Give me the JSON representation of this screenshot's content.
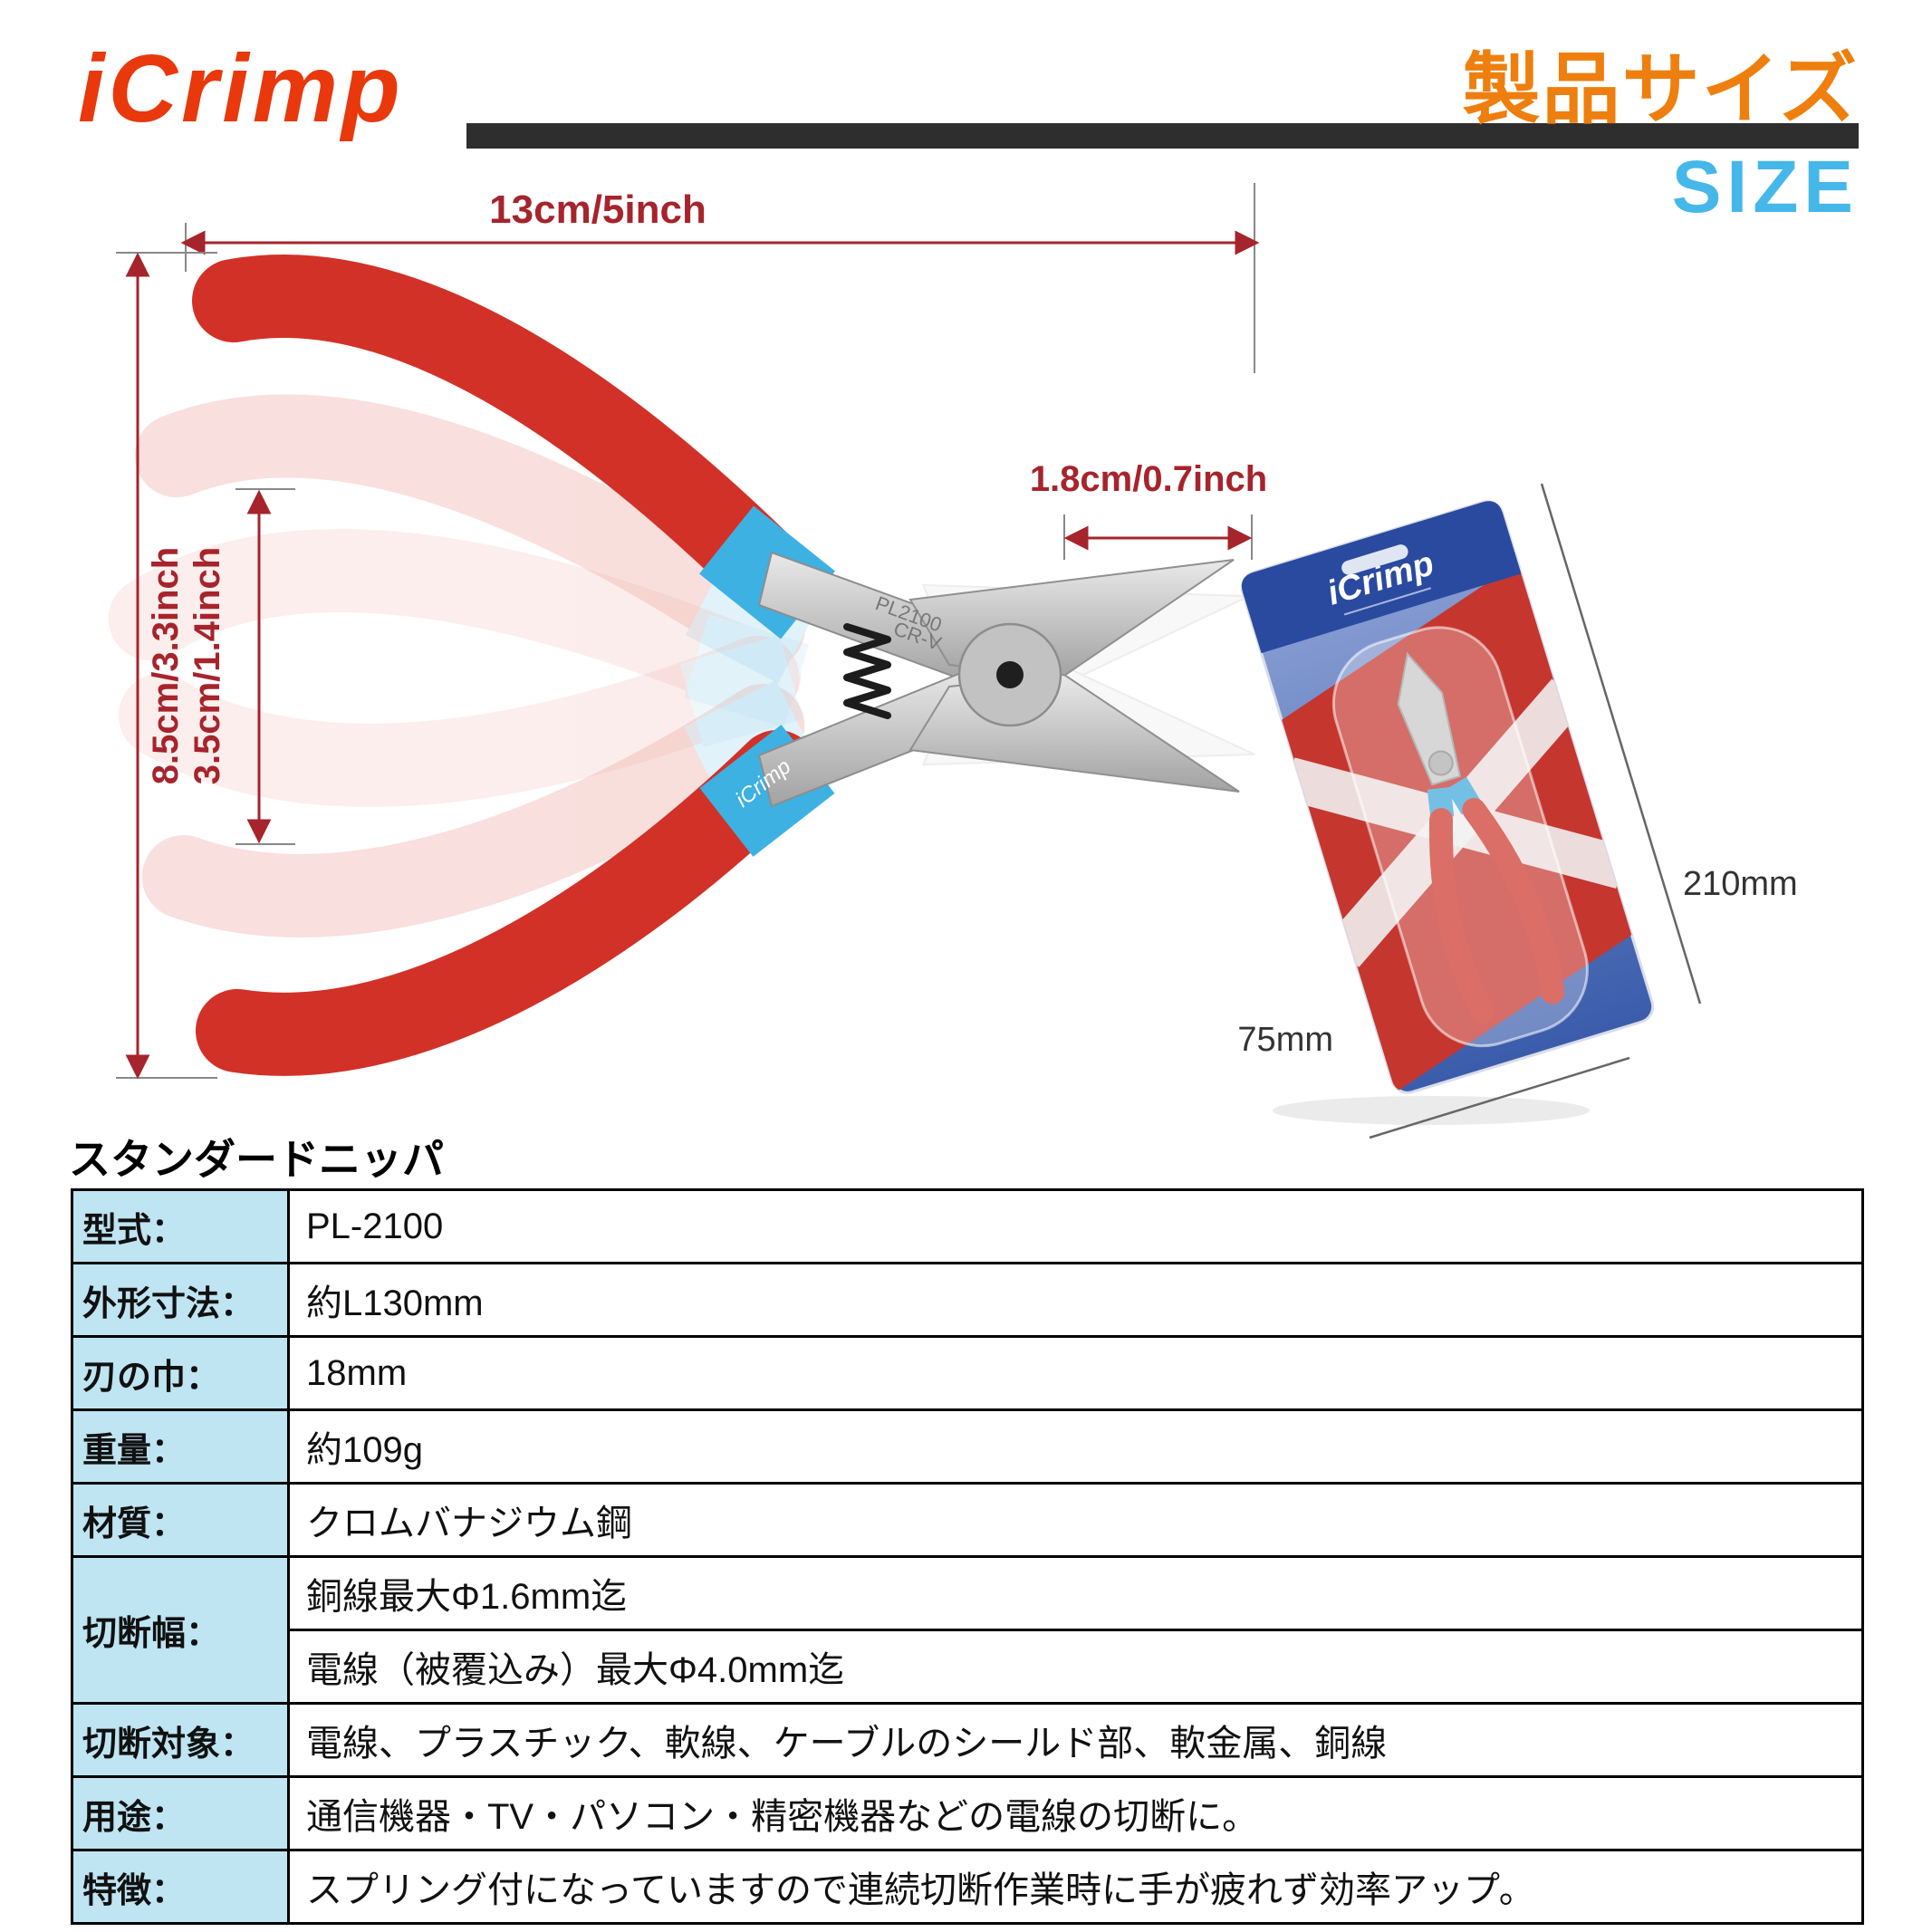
{
  "header": {
    "brand": "iCrimp",
    "title_jp": "製品サイズ",
    "title_en": "SIZE"
  },
  "diagram": {
    "dim_length": "13cm/5inch",
    "dim_height": "8.5cm/3.3inch",
    "dim_handle_open": "3.5cm/1.4inch",
    "dim_blade_width": "1.8cm/0.7inch",
    "stamp_line1": "PL2100",
    "stamp_line2": "CR-V",
    "collar_text": "iCrimp"
  },
  "package": {
    "brand": "iCrimp",
    "dim_height": "210mm",
    "dim_width": "75mm"
  },
  "product": {
    "heading": "スタンダードニッパ"
  },
  "spec": {
    "rows": [
      {
        "label": "型式：",
        "values": [
          "PL-2100"
        ]
      },
      {
        "label": "外形寸法：",
        "values": [
          "約L130mm"
        ]
      },
      {
        "label": "刃の巾：",
        "values": [
          "18mm"
        ]
      },
      {
        "label": "重量：",
        "values": [
          "約109g"
        ]
      },
      {
        "label": "材質：",
        "values": [
          "クロムバナジウム鋼"
        ]
      },
      {
        "label": "切断幅：",
        "values": [
          "銅線最大Φ1.6mm迄",
          "電線（被覆込み）最大Φ4.0mm迄"
        ]
      },
      {
        "label": "切断対象：",
        "values": [
          "電線、プラスチック、軟線、ケーブルのシールド部、軟金属、銅線"
        ]
      },
      {
        "label": "用途：",
        "values": [
          "通信機器・TV・パソコン・精密機器などの電線の切断に。"
        ]
      },
      {
        "label": "特徴：",
        "values": [
          "スプリング付になっていますので連続切断作業時に手が疲れず効率アップ。"
        ]
      }
    ]
  },
  "colors": {
    "brand_red": "#e8380c",
    "title_orange": "#ee7f0e",
    "size_blue": "#45b7e9",
    "dimension_red": "#a6242c",
    "table_label_bg": "#bfe4f2",
    "handle_red": "#d23128",
    "collar_blue": "#3db1e2",
    "package_blue": "#3a5cab",
    "package_red": "#c5362f"
  }
}
